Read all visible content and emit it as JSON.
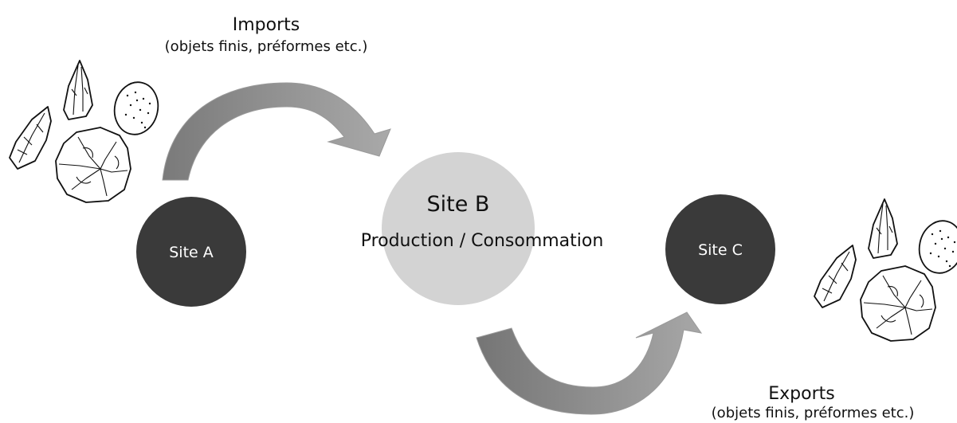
{
  "imports": {
    "title": "Imports",
    "subtitle": "(objets finis, préformes etc.)"
  },
  "exports": {
    "title": "Exports",
    "subtitle": "(objets finis, préformes etc.)"
  },
  "sites": {
    "a": {
      "label": "Site A",
      "color": "#3a3a3a"
    },
    "b": {
      "label": "Site B",
      "subtitle": "Production / Consommation",
      "color": "#d3d3d3"
    },
    "c": {
      "label": "Site C",
      "color": "#3a3a3a"
    }
  },
  "arrows": {
    "color_dark": "#777777",
    "color_light": "#a8a8a8"
  }
}
